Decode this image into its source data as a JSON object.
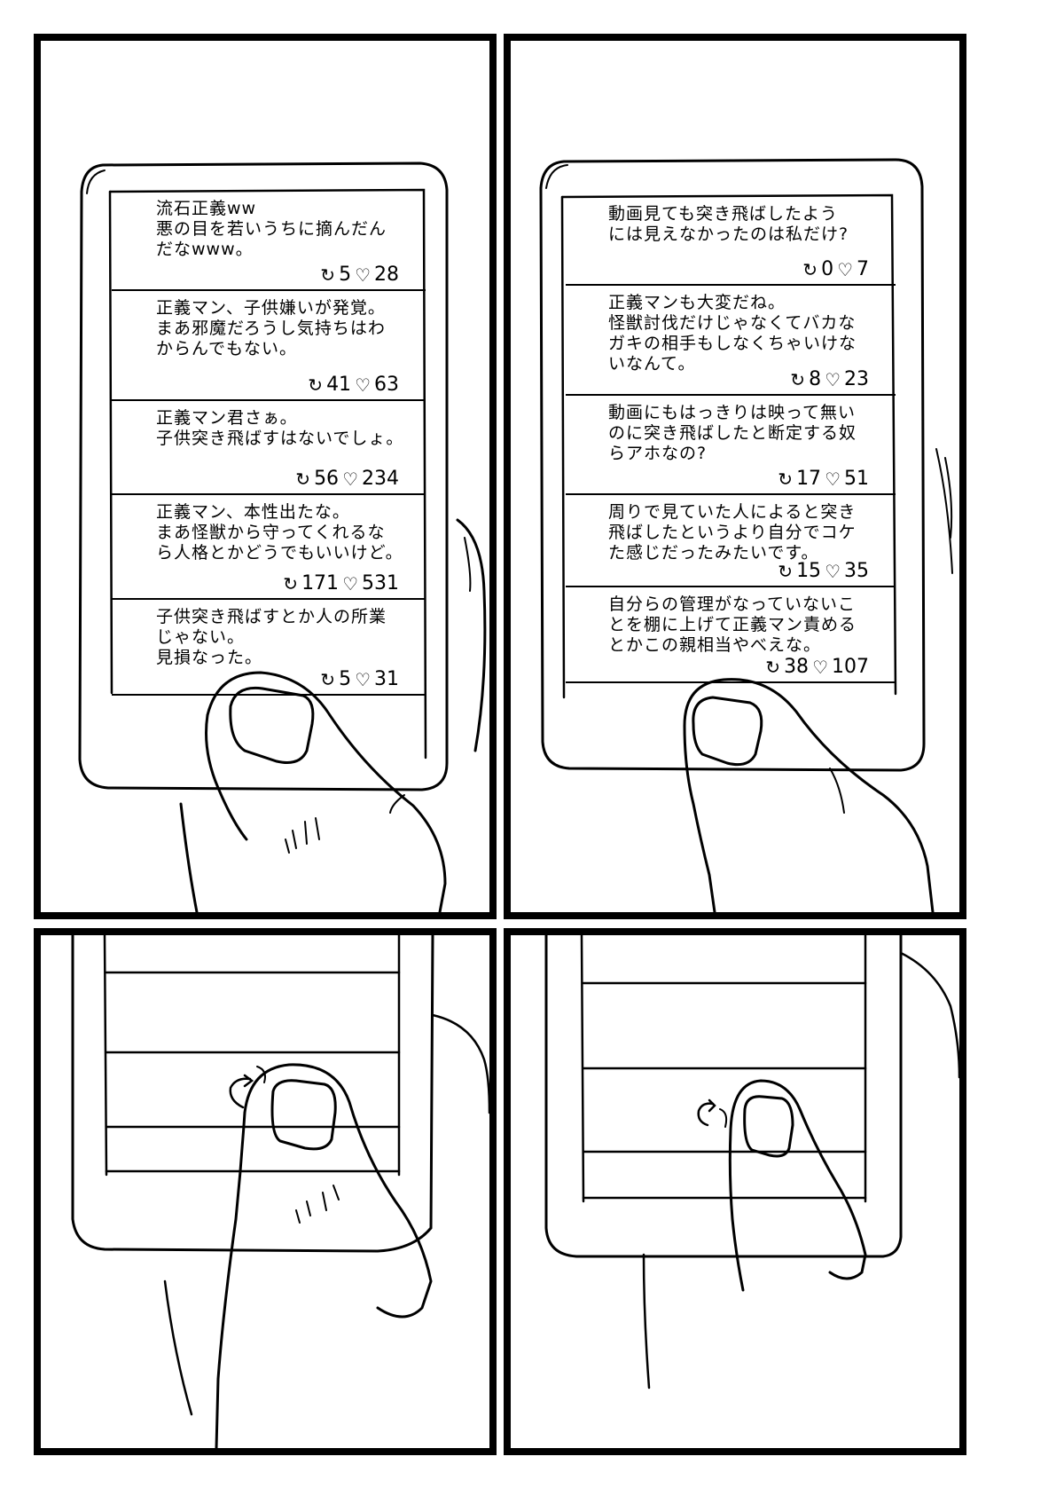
{
  "left_feed": [
    {
      "text": "流石正義ww\n悪の目を若いうちに摘んだん\nだなwww。",
      "reposts": "5",
      "likes": "28"
    },
    {
      "text": "正義マン、子供嫌いが発覚。\nまあ邪魔だろうし気持ちはわ\nからんでもない。",
      "reposts": "41",
      "likes": "63"
    },
    {
      "text": "正義マン君さぁ。\n子供突き飛ばすはないでしょ。",
      "reposts": "56",
      "likes": "234"
    },
    {
      "text": "正義マン、本性出たな。\nまあ怪獣から守ってくれるな\nら人格とかどうでもいいけど。",
      "reposts": "171",
      "likes": "531"
    },
    {
      "text": "子供突き飛ばすとか人の所業\nじゃない。\n見損なった。",
      "reposts": "5",
      "likes": "31"
    }
  ],
  "right_feed": [
    {
      "text": "動画見ても突き飛ばしたよう\nには見えなかったのは私だけ?",
      "reposts": "0",
      "likes": "7"
    },
    {
      "text": "正義マンも大変だね。\n怪獣討伐だけじゃなくてバカな\nガキの相手もしなくちゃいけな\nいなんて。",
      "reposts": "8",
      "likes": "23"
    },
    {
      "text": "動画にもはっきりは映って無い\nのに突き飛ばしたと断定する奴\nらアホなの?",
      "reposts": "17",
      "likes": "51"
    },
    {
      "text": "周りで見ていた人によると突き\n飛ばしたというより自分でコケ\nた感じだったみたいです。",
      "reposts": "15",
      "likes": "35"
    },
    {
      "text": "自分らの管理がなっていないこ\nとを棚に上げて正義マン責める\nとかこの親相当やべえな。",
      "reposts": "38",
      "likes": "107"
    }
  ],
  "icons": {
    "repost": "repost-icon",
    "like": "heart-icon"
  },
  "colors": {
    "ink": "#000000",
    "paper": "#ffffff"
  }
}
